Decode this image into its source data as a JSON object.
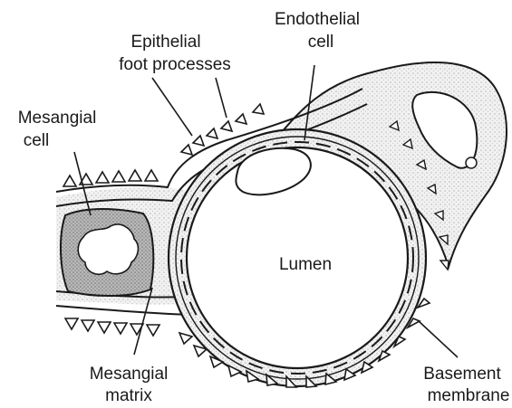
{
  "labels": {
    "endothelial_cell": [
      "Endothelial",
      "cell"
    ],
    "epithelial_foot_processes": [
      "Epithelial",
      "foot processes"
    ],
    "mesangial_cell": [
      "Mesangial",
      "cell"
    ],
    "lumen": "Lumen",
    "mesangial_matrix": [
      "Mesangial",
      "matrix"
    ],
    "basement_membrane": [
      "Basement",
      "membrane"
    ]
  },
  "colors": {
    "outline": "#1a1a1a",
    "stipple_light": "#e9e9e9",
    "stipple_dark": "#9a9a9a",
    "background": "#ffffff"
  }
}
